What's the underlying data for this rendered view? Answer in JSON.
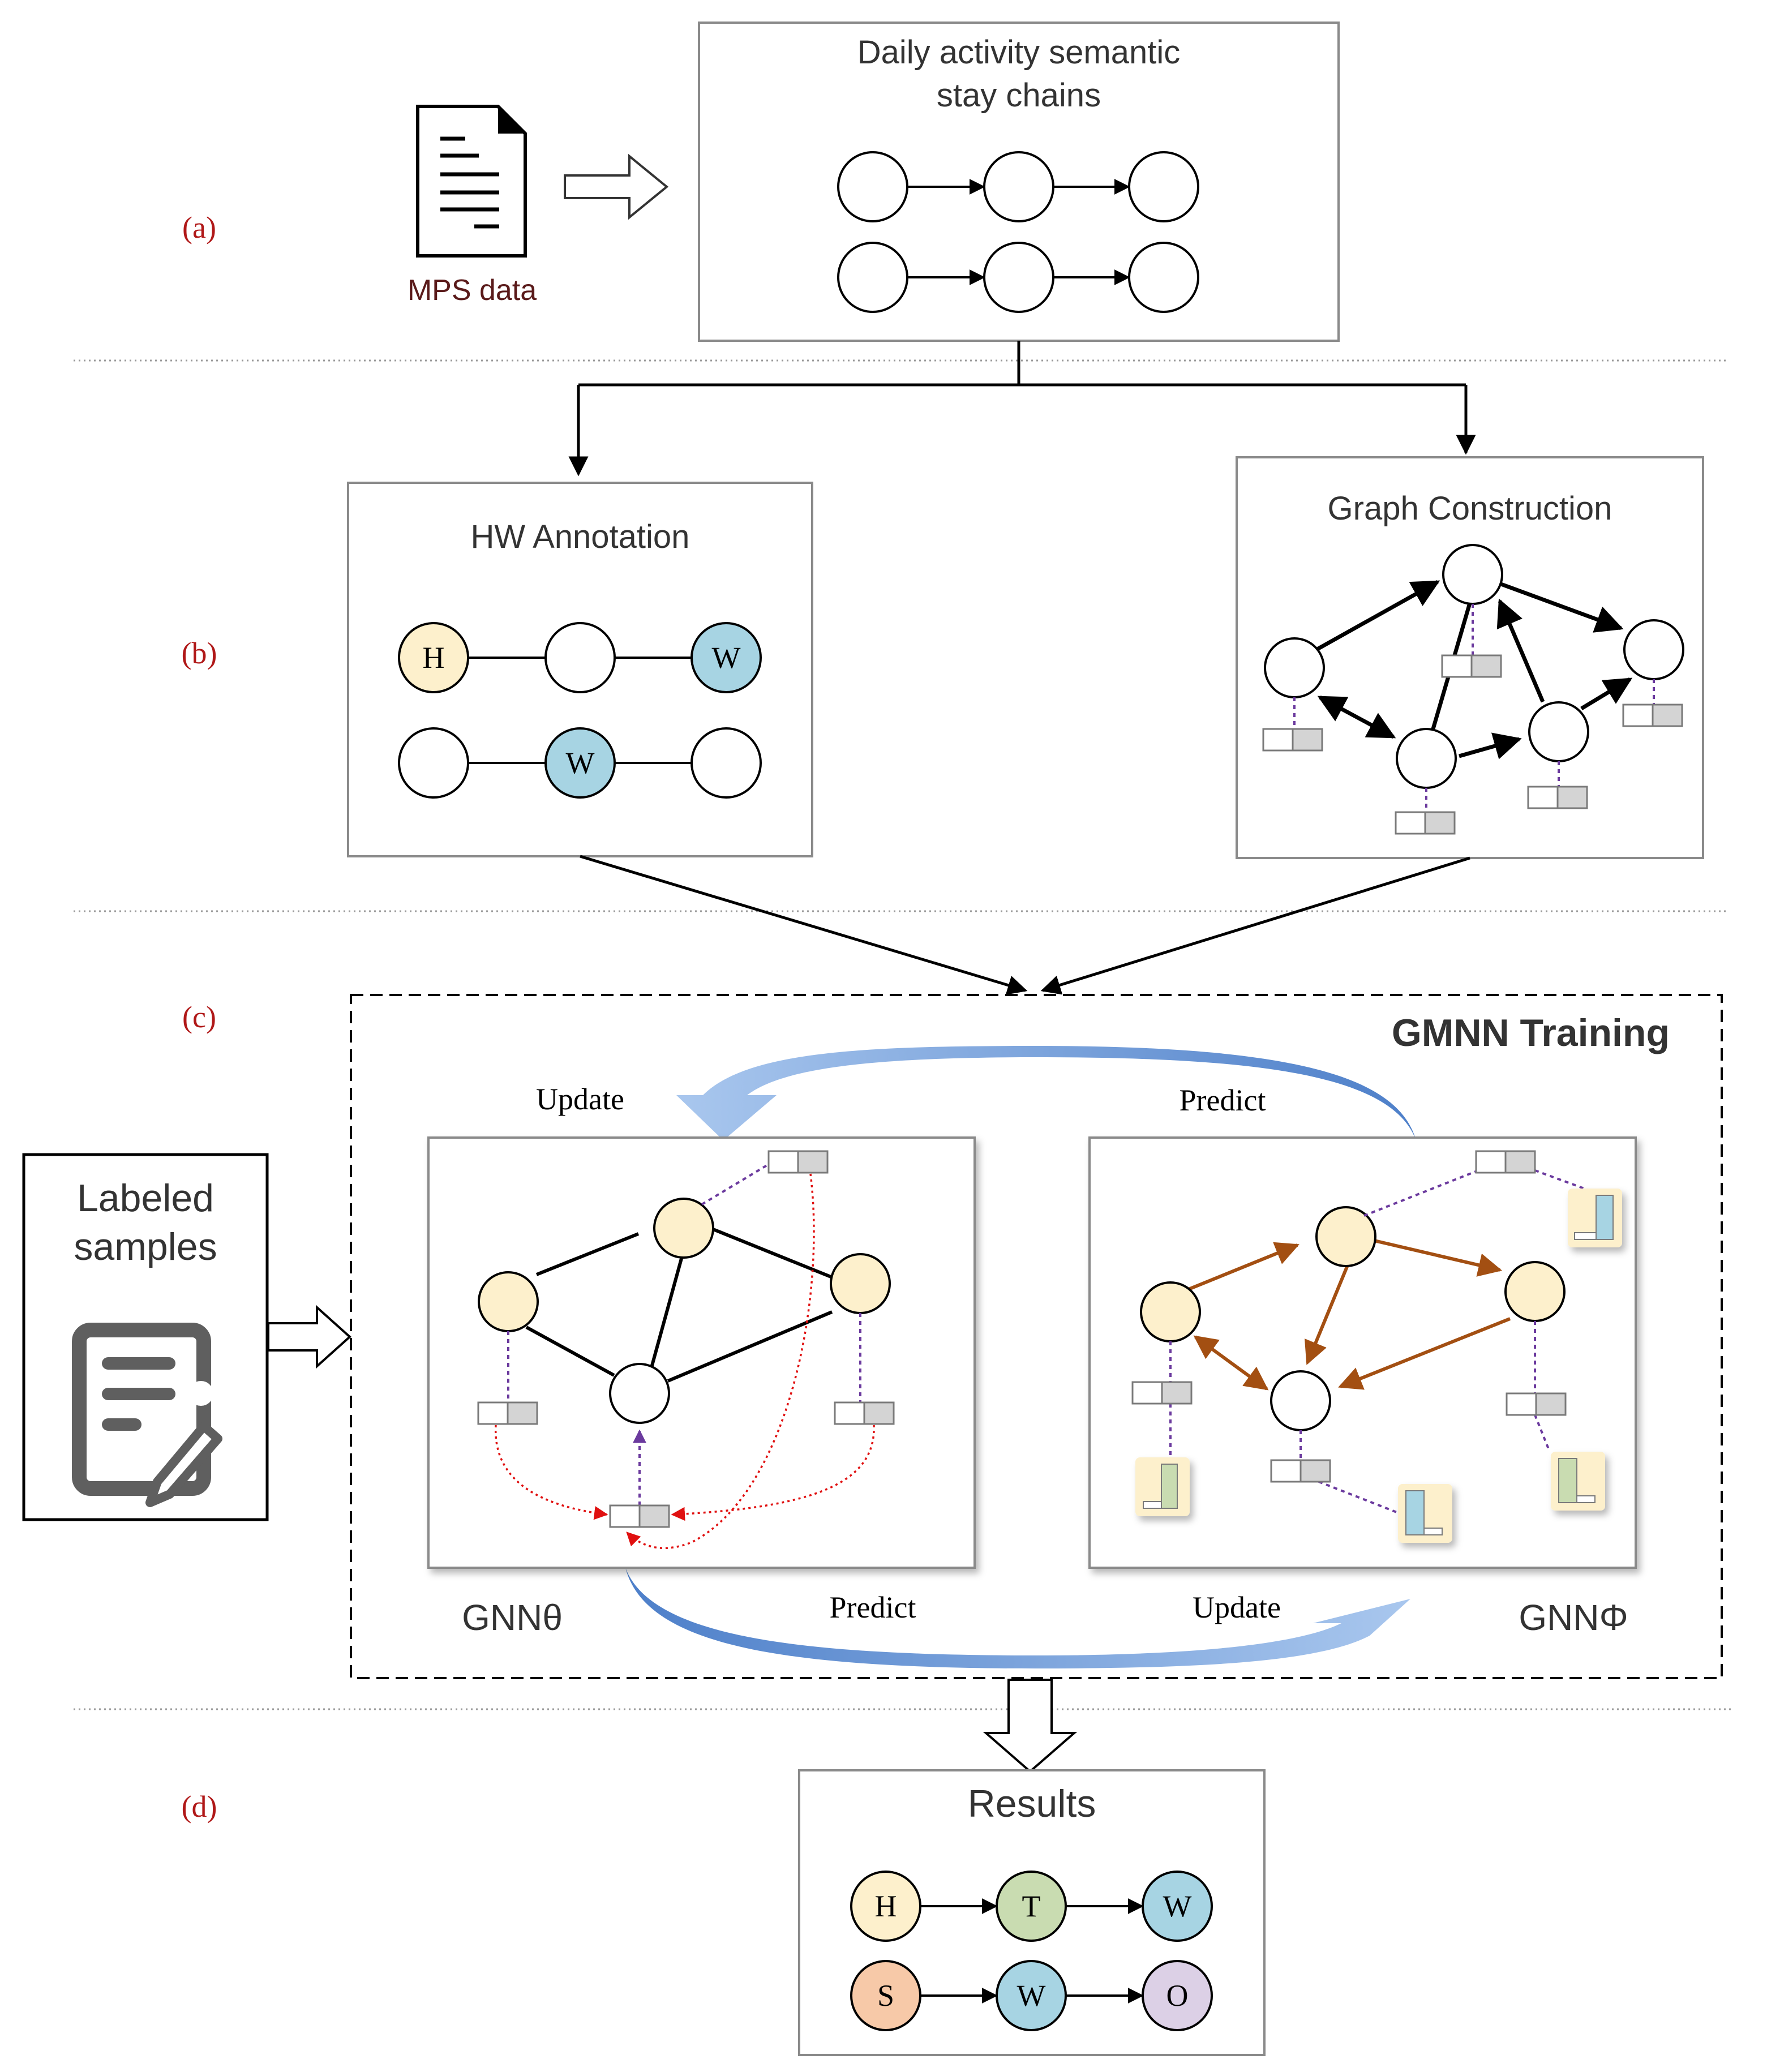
{
  "sections": {
    "a": "(a)",
    "b": "(b)",
    "c": "(c)",
    "d": "(d)"
  },
  "mps": {
    "label": "MPS data"
  },
  "chains_box": {
    "title_line1": "Daily activity semantic",
    "title_line2": "stay chains"
  },
  "hw_box": {
    "title": "HW Annotation",
    "nodes": [
      "H",
      "W",
      "W"
    ]
  },
  "graph_box": {
    "title": "Graph Construction"
  },
  "gmnn": {
    "title": "GMNN Training",
    "update_top": "Update",
    "predict_top": "Predict",
    "predict_bottom": "Predict",
    "update_bottom": "Update",
    "gnn_left": "GNNθ",
    "gnn_right": "GNNΦ"
  },
  "labeled": {
    "line1": "Labeled",
    "line2": "samples"
  },
  "results": {
    "title": "Results",
    "row1": [
      "H",
      "T",
      "W"
    ],
    "row2": [
      "S",
      "W",
      "O"
    ]
  },
  "colors": {
    "section_label": "#b01818",
    "mps_label": "#5a1a1a",
    "home": "#fdf0cc",
    "work": "#a7d4e3",
    "travel": "#c9dcb1",
    "shop": "#f7c9a8",
    "other": "#dcd0e6",
    "purple_dashed": "#6b3a9e",
    "red_dotted": "#e01010",
    "brown_edge": "#a34f12",
    "blue_arrow": "#6f9bd6"
  }
}
